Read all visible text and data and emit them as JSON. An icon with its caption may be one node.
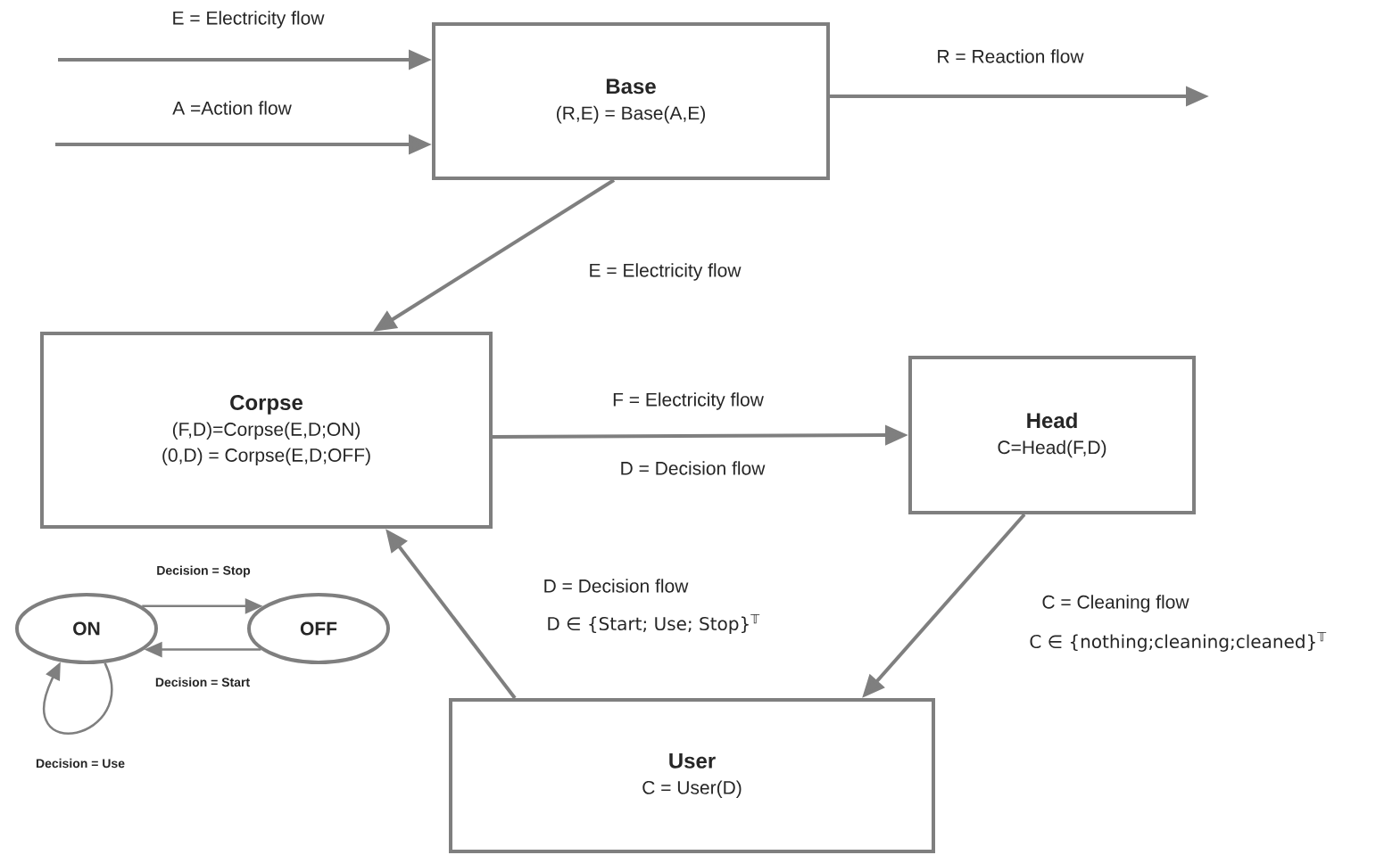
{
  "diagram": {
    "nodes": [
      {
        "text": [
          "Base",
          "(R,E) = Base(A,E)"
        ]
      },
      {
        "text": [
          "Corpse",
          "(F,D)=Corpse(E,D;ON)",
          "(0,D) = Corpse(E,D;OFF)"
        ]
      },
      {
        "text": [
          "Head",
          "C=Head(F,D)"
        ]
      },
      {
        "text": [
          "User",
          "C = User(D)"
        ]
      },
      {
        "text": [
          "ON"
        ]
      },
      {
        "text": [
          "OFF"
        ]
      }
    ],
    "edges": [
      {
        "from": null,
        "to": 0,
        "arrow": "to",
        "label": "E = Electricity flow"
      },
      {
        "from": null,
        "to": 0,
        "arrow": "to",
        "label": "A =Action flow"
      },
      {
        "from": 0,
        "to": null,
        "arrow": "to",
        "label": "R = Reaction flow"
      },
      {
        "from": 0,
        "to": 1,
        "arrow": "to",
        "label": "E = Electricity flow"
      },
      {
        "from": 1,
        "to": 2,
        "arrow": "to",
        "label": "F = Electricity flow"
      },
      {
        "from": 2,
        "to": 3,
        "arrow": "to",
        "label": "C = Cleaning flow"
      },
      {
        "from": 3,
        "to": 1,
        "arrow": "to",
        "label": "D = Decision flow"
      },
      {
        "from": 4,
        "to": 5,
        "arrow": "to",
        "label": "Decision = Stop"
      },
      {
        "from": 5,
        "to": 4,
        "arrow": "to",
        "label": "Decision = Start"
      },
      {
        "from": 4,
        "to": 4,
        "arrow": "to",
        "label": "Decision = Use"
      }
    ],
    "labels": [
      "D = Decision flow",
      "C ∈ {nothing;cleaning;cleaned}$^{𝕋}$",
      "D ∈ {Start; Use; Stop}$^{𝕋}$"
    ]
  }
}
